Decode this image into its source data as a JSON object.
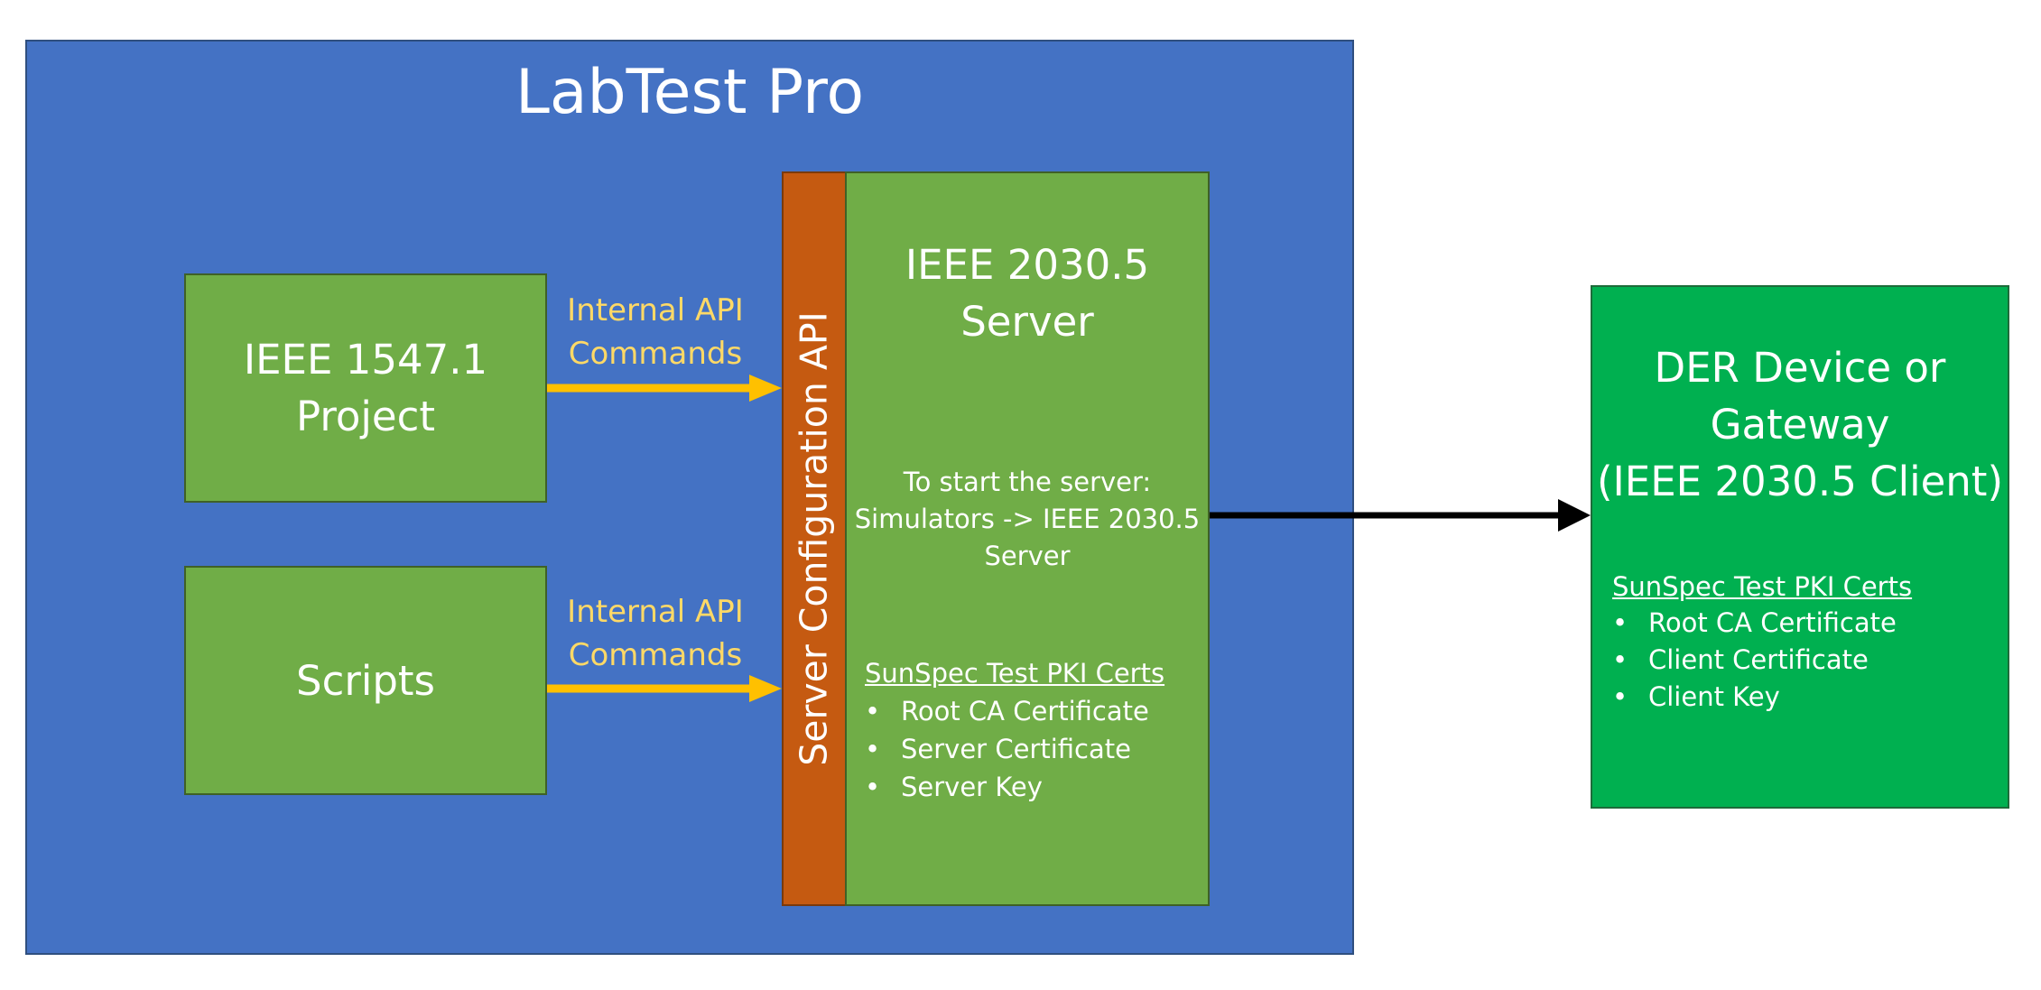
{
  "colors": {
    "labtest_blue": "#4472c4",
    "box_green": "#70ad47",
    "api_orange": "#c55a11",
    "der_green": "#00b050",
    "arrow_yellow": "#ffc000",
    "label_yellow": "#ffd966",
    "arrow_black": "#000000"
  },
  "labtest": {
    "title": "LabTest Pro"
  },
  "project_box": {
    "label_line1": "IEEE 1547.1",
    "label_line2": "Project"
  },
  "scripts_box": {
    "label": "Scripts"
  },
  "api_commands": [
    {
      "line1": "Internal API",
      "line2": "Commands"
    },
    {
      "line1": "Internal API",
      "line2": "Commands"
    }
  ],
  "api_bar": {
    "label": "Server Configuration API"
  },
  "server": {
    "title_line1": "IEEE 2030.5",
    "title_line2": "Server",
    "start_line1": "To start the server:",
    "start_line2": "Simulators -> IEEE 2030.5",
    "start_line3": "Server",
    "certs_heading": "SunSpec Test PKI Certs",
    "certs": [
      "Root CA Certificate",
      "Server Certificate",
      "Server Key"
    ]
  },
  "der": {
    "title_line1": "DER Device or",
    "title_line2": "Gateway",
    "title_line3": "(IEEE 2030.5 Client)",
    "certs_heading": "SunSpec Test PKI Certs",
    "certs": [
      "Root CA Certificate",
      "Client Certificate",
      "Client Key"
    ]
  },
  "bullet_char": "•"
}
